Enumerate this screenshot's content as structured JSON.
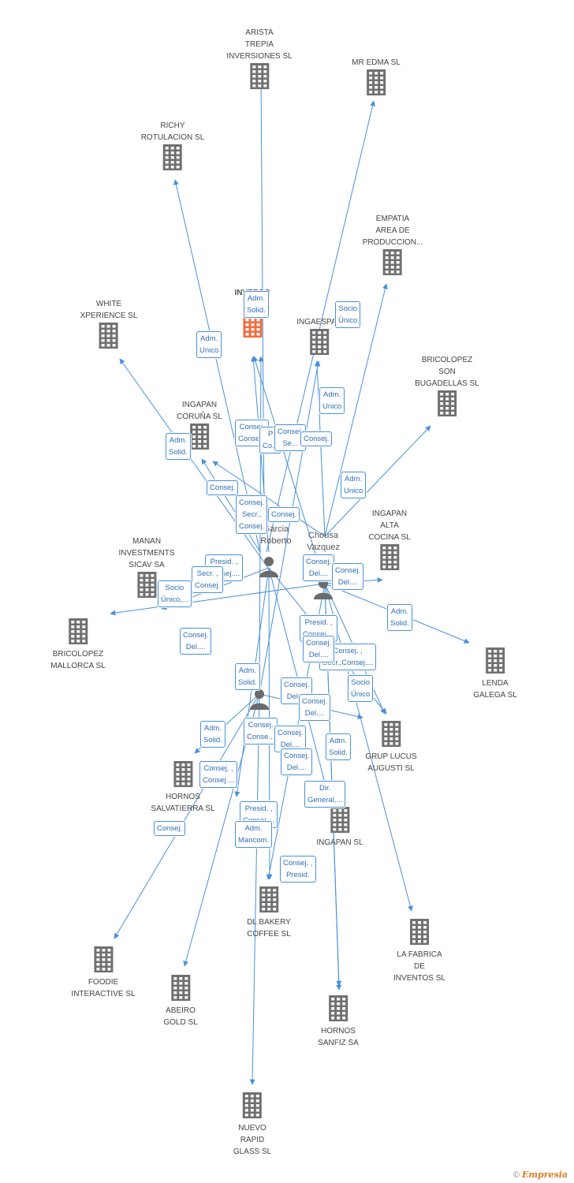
{
  "colors": {
    "edge": "#4a90d9",
    "building": "#707070",
    "focus_building": "#f26c3e",
    "person": "#6b6b6b",
    "label_text": "#444444",
    "badge_text": "#2f6db5"
  },
  "companies": [
    {
      "id": "arista",
      "label": "ARISTA\nTREPIA\nINVERSIONES SL",
      "icon": "building-icon"
    },
    {
      "id": "mredma",
      "label": "MR EDMA SL",
      "icon": "building-icon"
    },
    {
      "id": "richy",
      "label": "RICHY\nROTULACION SL",
      "icon": "building-icon"
    },
    {
      "id": "empatia",
      "label": "EMPATIA\nAREA DE\nPRODUCCION...",
      "icon": "building-icon"
    },
    {
      "id": "inversora",
      "label": "INVERSO\n20",
      "icon": "building-icon",
      "focus": true
    },
    {
      "id": "ingaespan",
      "label": "INGAESPAN",
      "icon": "building-icon"
    },
    {
      "id": "white",
      "label": "WHITE\nXPERIENCE SL",
      "icon": "building-icon"
    },
    {
      "id": "bricosonbug",
      "label": "BRICOLOPEZ\nSON\nBUGADELLAS SL",
      "icon": "building-icon"
    },
    {
      "id": "ingapancoruna",
      "label": "INGAPAN\nCORUÑA SL",
      "icon": "building-icon"
    },
    {
      "id": "ingapanalta",
      "label": "INGAPAN\nALTA\nCOCINA  SL",
      "icon": "building-icon"
    },
    {
      "id": "manan",
      "label": "MANAN\nINVESTMENTS\nSICAV SA",
      "icon": "building-icon"
    },
    {
      "id": "bricomallorca",
      "label": "BRICOLOPEZ\nMALLORCA SL",
      "icon": "building-icon"
    },
    {
      "id": "lenda",
      "label": "LENDA\nGALEGA  SL",
      "icon": "building-icon"
    },
    {
      "id": "gruplucus",
      "label": "GRUP LUCUS\nAUGUSTI SL",
      "icon": "building-icon"
    },
    {
      "id": "hornossalv",
      "label": "HORNOS\nSALVATIERRA SL",
      "icon": "building-icon"
    },
    {
      "id": "ingapansl",
      "label": "INGAPAN SL",
      "icon": "building-icon"
    },
    {
      "id": "dlbakery",
      "label": "DL BAKERY\nCOFFEE SL",
      "icon": "building-icon"
    },
    {
      "id": "lafabrica",
      "label": "LA FABRICA\nDE\nINVENTOS SL",
      "icon": "building-icon"
    },
    {
      "id": "foodie",
      "label": "FOODIE\nINTERACTIVE SL",
      "icon": "building-icon"
    },
    {
      "id": "abeiro",
      "label": "ABEIRO\nGOLD SL",
      "icon": "building-icon"
    },
    {
      "id": "hornossanfiz",
      "label": "HORNOS\nSANFIZ SA",
      "icon": "building-icon"
    },
    {
      "id": "nuevorapid",
      "label": "NUEVO\nRAPID\nGLASS SL",
      "icon": "building-icon"
    }
  ],
  "people": [
    {
      "id": "garcia",
      "label": "Garcia\nRoberto",
      "icon": "person-icon"
    },
    {
      "id": "chousa",
      "label": "Chousa\nVazquez",
      "icon": "person-icon"
    },
    {
      "id": "p3",
      "label": "",
      "icon": "person-icon"
    }
  ],
  "relations": [
    {
      "label": "Adm.\nSolid."
    },
    {
      "label": "Socio\nÚnico"
    },
    {
      "label": "Adm.\nUnico"
    },
    {
      "label": "Adm.\nUnico"
    },
    {
      "label": "Adm.\nSolid."
    },
    {
      "label": "Consej.\nConse..."
    },
    {
      "label": "P\nCo..."
    },
    {
      "label": "Consej.\nSe..."
    },
    {
      "label": "Consej."
    },
    {
      "label": "Adm.\nUnico"
    },
    {
      "label": "Consej."
    },
    {
      "label": "Consej.\nSecr.,\nConsej."
    },
    {
      "label": "Consej."
    },
    {
      "label": "Presid. ,\nConsej...."
    },
    {
      "label": "Secr. ,\nConsej."
    },
    {
      "label": "Socio\nÚnico,..."
    },
    {
      "label": "Consej.\nDel...."
    },
    {
      "label": "Consej.\nDel...."
    },
    {
      "label": "Adm.\nSolid."
    },
    {
      "label": "Presid. ,\nConsej...."
    },
    {
      "label": "Consej.\nDel...."
    },
    {
      "label": "Consej. ,\nSecr.,Consej...."
    },
    {
      "label": "Consej.\nDel...."
    },
    {
      "label": "Socio\nÚnico"
    },
    {
      "label": "Adm.\nSolid."
    },
    {
      "label": "Consej.\nDel...."
    },
    {
      "label": "Consej.\nDel...."
    },
    {
      "label": "Adm.\nSolid."
    },
    {
      "label": "Consej.\nConse..."
    },
    {
      "label": "Consej.\nDel...."
    },
    {
      "label": "Consej.\nDel...."
    },
    {
      "label": "Adm.\nSolid."
    },
    {
      "label": "Consej. ,\nConsej...."
    },
    {
      "label": "Dir.\nGeneral,..."
    },
    {
      "label": "Consej."
    },
    {
      "label": "Presid. ,\nConsej...."
    },
    {
      "label": "Adm.\nMancom."
    },
    {
      "label": "Consej. ,\nPresid."
    }
  ],
  "footer": {
    "copyright_symbol": "©",
    "brand": "Empresia"
  }
}
